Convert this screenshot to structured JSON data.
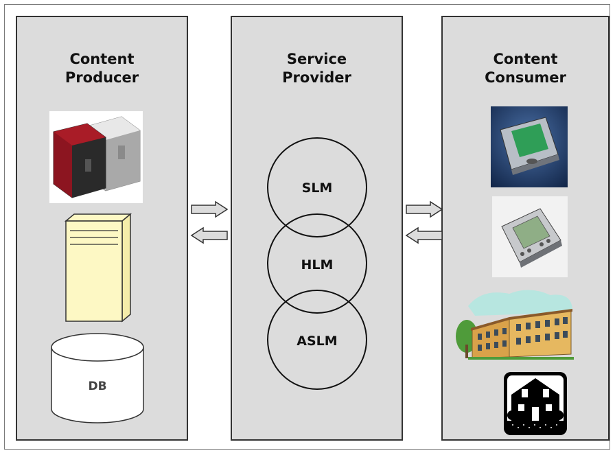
{
  "producer": {
    "title_line1": "Content",
    "title_line2": "Producer",
    "db_label": "DB"
  },
  "provider": {
    "title_line1": "Service",
    "title_line2": "Provider",
    "circles": [
      "SLM",
      "HLM",
      "ASLM"
    ]
  },
  "consumer": {
    "title_line1": "Content",
    "title_line2": "Consumer"
  },
  "icons": [
    "storage-devices-icon",
    "server-tower-icon",
    "database-icon",
    "pocket-pc-icon",
    "pda-icon",
    "school-building-icon",
    "house-icon",
    "arrow-right-icon",
    "arrow-left-icon"
  ],
  "colors": {
    "panel": "#dcdcdc",
    "border": "#333333",
    "server": "#fdf8c4",
    "arrow_fill": "#dcdcdc"
  }
}
